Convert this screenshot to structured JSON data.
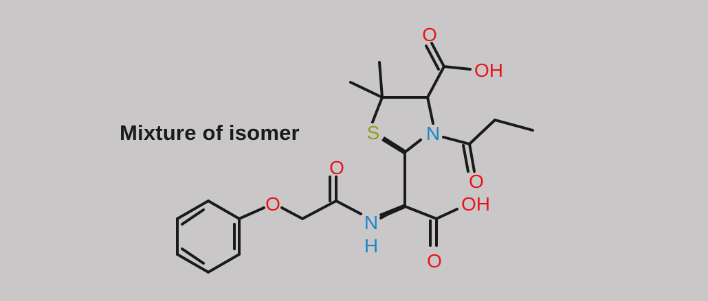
{
  "caption": "Mixture of isomer",
  "colors": {
    "background": "#c9c7c8",
    "bond": "#1a1a1a",
    "oxygen": "#e8141b",
    "nitrogen": "#1a86c8",
    "sulfur": "#9a9a1a"
  },
  "atoms": {
    "carboxyl_top_O": "O",
    "carboxyl_top_OH": "OH",
    "sulfur": "S",
    "ring_N": "N",
    "propanoyl_O": "O",
    "amide_O": "O",
    "amine_N": "N",
    "amine_H": "H",
    "ether_O": "O",
    "carboxyl_bottom_OH": "OH",
    "carboxyl_bottom_O": "O"
  }
}
